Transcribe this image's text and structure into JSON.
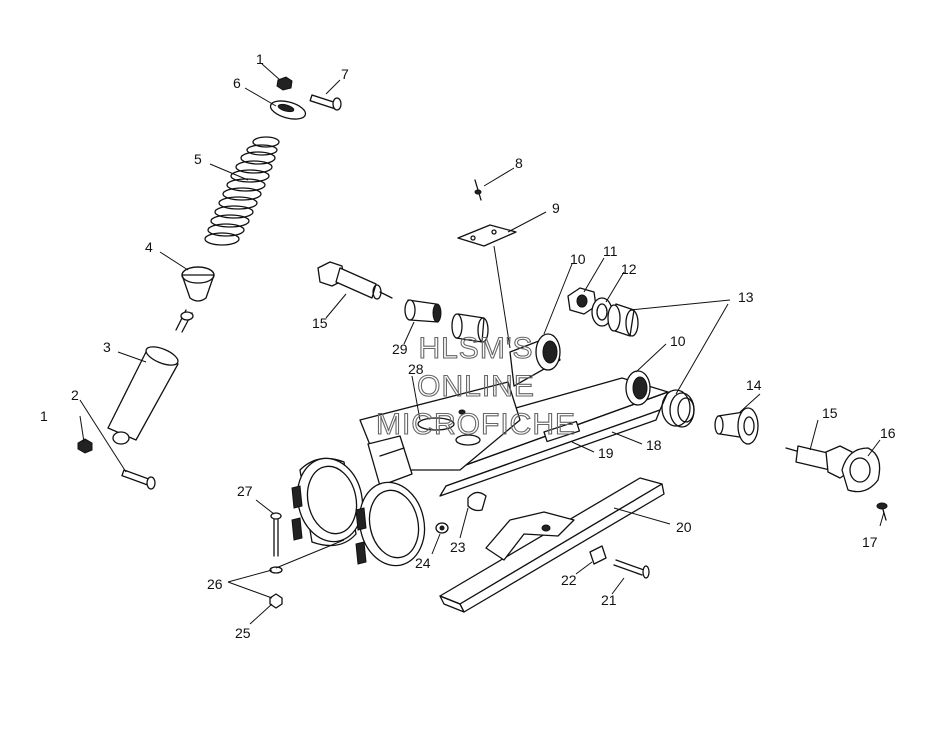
{
  "watermark": {
    "line1": "HLSM'S",
    "line2": "ONLINE",
    "line3": "MICROFICHE"
  },
  "callouts": [
    {
      "id": "c1a",
      "text": "1"
    },
    {
      "id": "c1b",
      "text": "1"
    },
    {
      "id": "c2",
      "text": "2"
    },
    {
      "id": "c3",
      "text": "3"
    },
    {
      "id": "c4",
      "text": "4"
    },
    {
      "id": "c5",
      "text": "5"
    },
    {
      "id": "c6",
      "text": "6"
    },
    {
      "id": "c7",
      "text": "7"
    },
    {
      "id": "c8",
      "text": "8"
    },
    {
      "id": "c9",
      "text": "9"
    },
    {
      "id": "c10a",
      "text": "10"
    },
    {
      "id": "c10b",
      "text": "10"
    },
    {
      "id": "c11",
      "text": "11"
    },
    {
      "id": "c12",
      "text": "12"
    },
    {
      "id": "c13",
      "text": "13"
    },
    {
      "id": "c14",
      "text": "14"
    },
    {
      "id": "c15a",
      "text": "15"
    },
    {
      "id": "c15b",
      "text": "15"
    },
    {
      "id": "c16",
      "text": "16"
    },
    {
      "id": "c17",
      "text": "17"
    },
    {
      "id": "c18",
      "text": "18"
    },
    {
      "id": "c19",
      "text": "19"
    },
    {
      "id": "c20",
      "text": "20"
    },
    {
      "id": "c21",
      "text": "21"
    },
    {
      "id": "c22",
      "text": "22"
    },
    {
      "id": "c23",
      "text": "23"
    },
    {
      "id": "c24",
      "text": "24"
    },
    {
      "id": "c25",
      "text": "25"
    },
    {
      "id": "c26",
      "text": "26"
    },
    {
      "id": "c27",
      "text": "27"
    },
    {
      "id": "c28",
      "text": "28"
    },
    {
      "id": "c29",
      "text": "29"
    }
  ]
}
